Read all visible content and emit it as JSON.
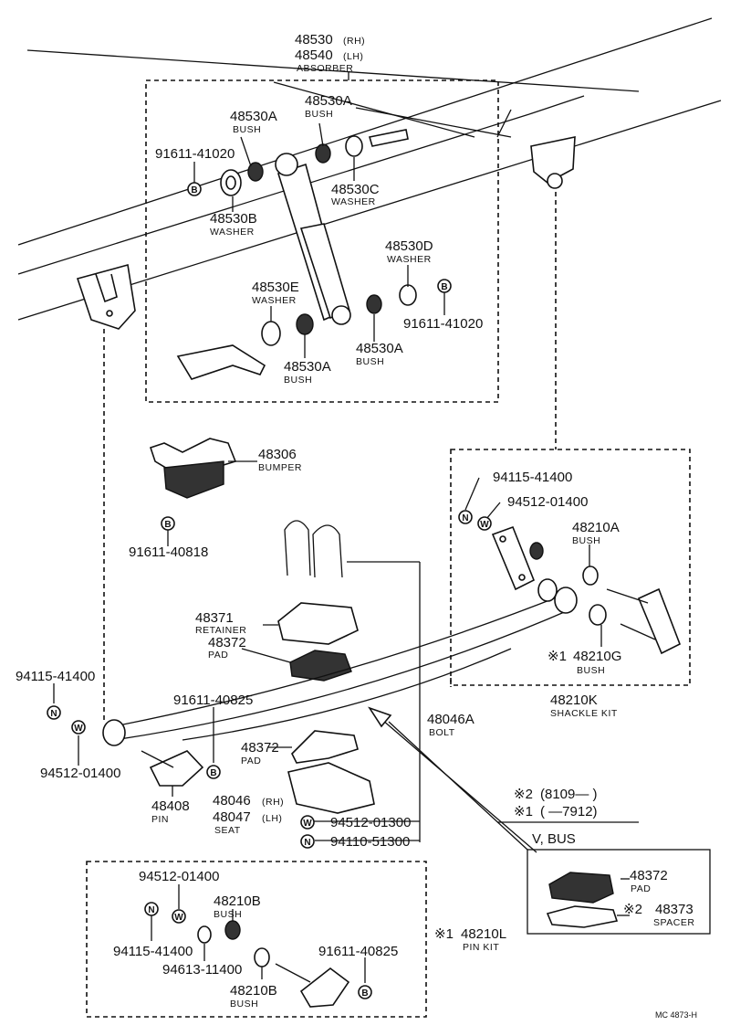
{
  "absorber": {
    "pn_rh": "48530",
    "tag_rh": "(RH)",
    "pn_lh": "48540",
    "tag_lh": "(LH)",
    "name": "ABSORBER"
  },
  "absorber_parts": {
    "bush_a_top": {
      "pn": "48530A",
      "name": "BUSH"
    },
    "bush_a_left": {
      "pn": "48530A",
      "name": "BUSH"
    },
    "bolt_left": {
      "pn": "91611-41020",
      "mark": "B"
    },
    "washer_b": {
      "pn": "48530B",
      "name": "WASHER"
    },
    "washer_c": {
      "pn": "48530C",
      "name": "WASHER"
    },
    "washer_d": {
      "pn": "48530D",
      "name": "WASHER"
    },
    "bolt_right": {
      "pn": "91611-41020",
      "mark": "B"
    },
    "washer_e": {
      "pn": "48530E",
      "name": "WASHER"
    },
    "bush_a_bottom_left": {
      "pn": "48530A",
      "name": "BUSH"
    },
    "bush_a_bottom_right": {
      "pn": "48530A",
      "name": "BUSH"
    }
  },
  "bumper": {
    "pn": "48306",
    "name": "BUMPER",
    "bolt_pn": "91611-40818",
    "bolt_mark": "B"
  },
  "retainer": {
    "pn": "48371",
    "name": "RETAINER"
  },
  "pad_upper": {
    "pn": "48372",
    "name": "PAD"
  },
  "pad_lower": {
    "pn": "48372",
    "name": "PAD"
  },
  "bolt_ubolt": {
    "pn": "48046A",
    "name": "BOLT"
  },
  "seat": {
    "pn_rh": "48046",
    "tag_rh": "(RH)",
    "pn_lh": "48047",
    "tag_lh": "(LH)",
    "name": "SEAT"
  },
  "seat_washer": {
    "mark": "W",
    "pn": "94512-01300"
  },
  "seat_nut": {
    "mark": "N",
    "pn": "94110-51300"
  },
  "front_left": {
    "nut_pn": "94115-41400",
    "nut_mark": "N",
    "washer_pn": "94512-01400",
    "washer_mark": "W",
    "bolt_pn": "91611-40825",
    "bolt_mark": "B"
  },
  "pin": {
    "pn": "48408",
    "name": "PIN"
  },
  "shackle_kit": {
    "nut_pn": "94115-41400",
    "nut_mark": "N",
    "washer_pn": "94512-01400",
    "washer_mark": "W",
    "bush_a": {
      "pn": "48210A",
      "name": "BUSH"
    },
    "bush_g": {
      "note": "※1",
      "pn": "48210G",
      "name": "BUSH"
    },
    "kit_pn": "48210K",
    "kit_name": "SHACKLE KIT"
  },
  "legend": {
    "line1_mark": "※2",
    "line1_text": "(8109—          )",
    "line2_mark": "※1",
    "line2_text": "(          —7912)"
  },
  "v_bus": {
    "title": "V, BUS",
    "pad": {
      "pn": "48372",
      "name": "PAD"
    },
    "spacer": {
      "note": "※2",
      "pn": "48373",
      "name": "SPACER"
    }
  },
  "pin_kit": {
    "washer_pn": "94512-01400",
    "washer_mark": "W",
    "nut_mark": "N",
    "nut_pn": "94115-41400",
    "washer2_pn": "94613-11400",
    "bush_top": {
      "pn": "48210B",
      "name": "BUSH"
    },
    "bush_bottom": {
      "pn": "48210B",
      "name": "BUSH"
    },
    "bolt_pn": "91611-40825",
    "bolt_mark": "B",
    "kit_note": "※1",
    "kit_pn": "48210L",
    "kit_name": "PIN KIT"
  },
  "footer": {
    "code": "MC 4873-H"
  }
}
